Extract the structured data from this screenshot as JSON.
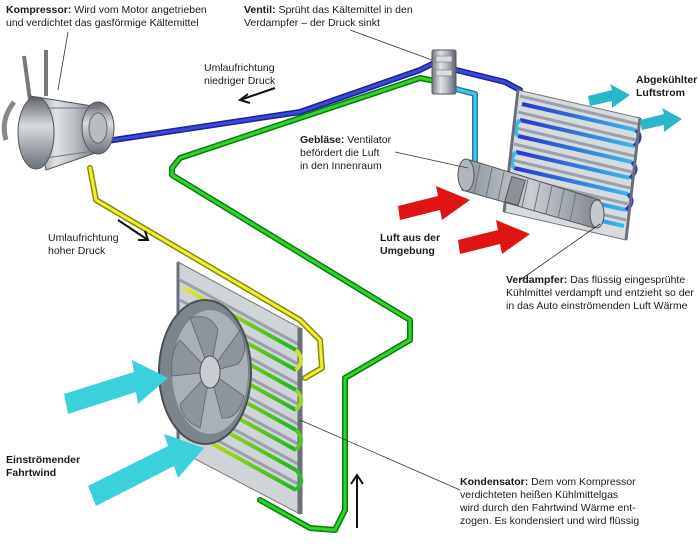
{
  "labels": {
    "kompressor": {
      "title": "Kompressor:",
      "line1": "Wird vom Motor angetrieben",
      "line2": "und verdichtet das gasförmige Kältemittel"
    },
    "ventil": {
      "title": "Ventil:",
      "line1": "Sprüht das Kältemittel in den",
      "line2": "Verdampfer – der Druck sinkt"
    },
    "abgekuehlt": {
      "line1": "Abgekühlter",
      "line2": "Luftstrom"
    },
    "umlauf_niedrig": {
      "line1": "Umlaufrichtung",
      "line2": "niedriger Druck"
    },
    "geblaese": {
      "title": "Gebläse:",
      "line1": "Ventilator",
      "line2": "befördert die Luft",
      "line3": "in den Innenraum"
    },
    "umlauf_hoch": {
      "line1": "Umlaufrichtung",
      "line2": "hoher Druck"
    },
    "luft_umgebung": {
      "line1": "Luft aus der",
      "line2": "Umgebung"
    },
    "verdampfer": {
      "title": "Verdampfer:",
      "line1": "Das flüssig eingesprühte",
      "line2": "Kühlmittel verdampft und entzieht so der",
      "line3": "in das Auto einströmenden Luft Wärme"
    },
    "fahrtwind": {
      "line1": "Einströmender",
      "line2": "Fahrtwind"
    },
    "kondensator": {
      "title": "Kondensator:",
      "line1": "Dem vom Kompressor",
      "line2": "verdichteten heißen Kühlmittelgas",
      "line3": "wird durch den Fahrtwind Wärme ent-",
      "line4": "zogen. Es kondensiert und wird flüssig"
    }
  },
  "colors": {
    "low_pressure_pipe": "#2a35c8",
    "high_pressure_gas_pipe": "#e6e629",
    "liquid_pipe": "#1fb51f",
    "cold_air_arrow": "#29b8c8",
    "warm_air_arrow": "#e01414",
    "wind_arrow": "#3cd0dc",
    "component_metal": "#9aa0a8"
  },
  "icons": [
    "compressor-icon",
    "valve-icon",
    "evaporator-icon",
    "blower-fan-icon",
    "condenser-icon",
    "condenser-fan-icon",
    "flow-direction-arrow-icon",
    "air-flow-arrow-icon"
  ]
}
